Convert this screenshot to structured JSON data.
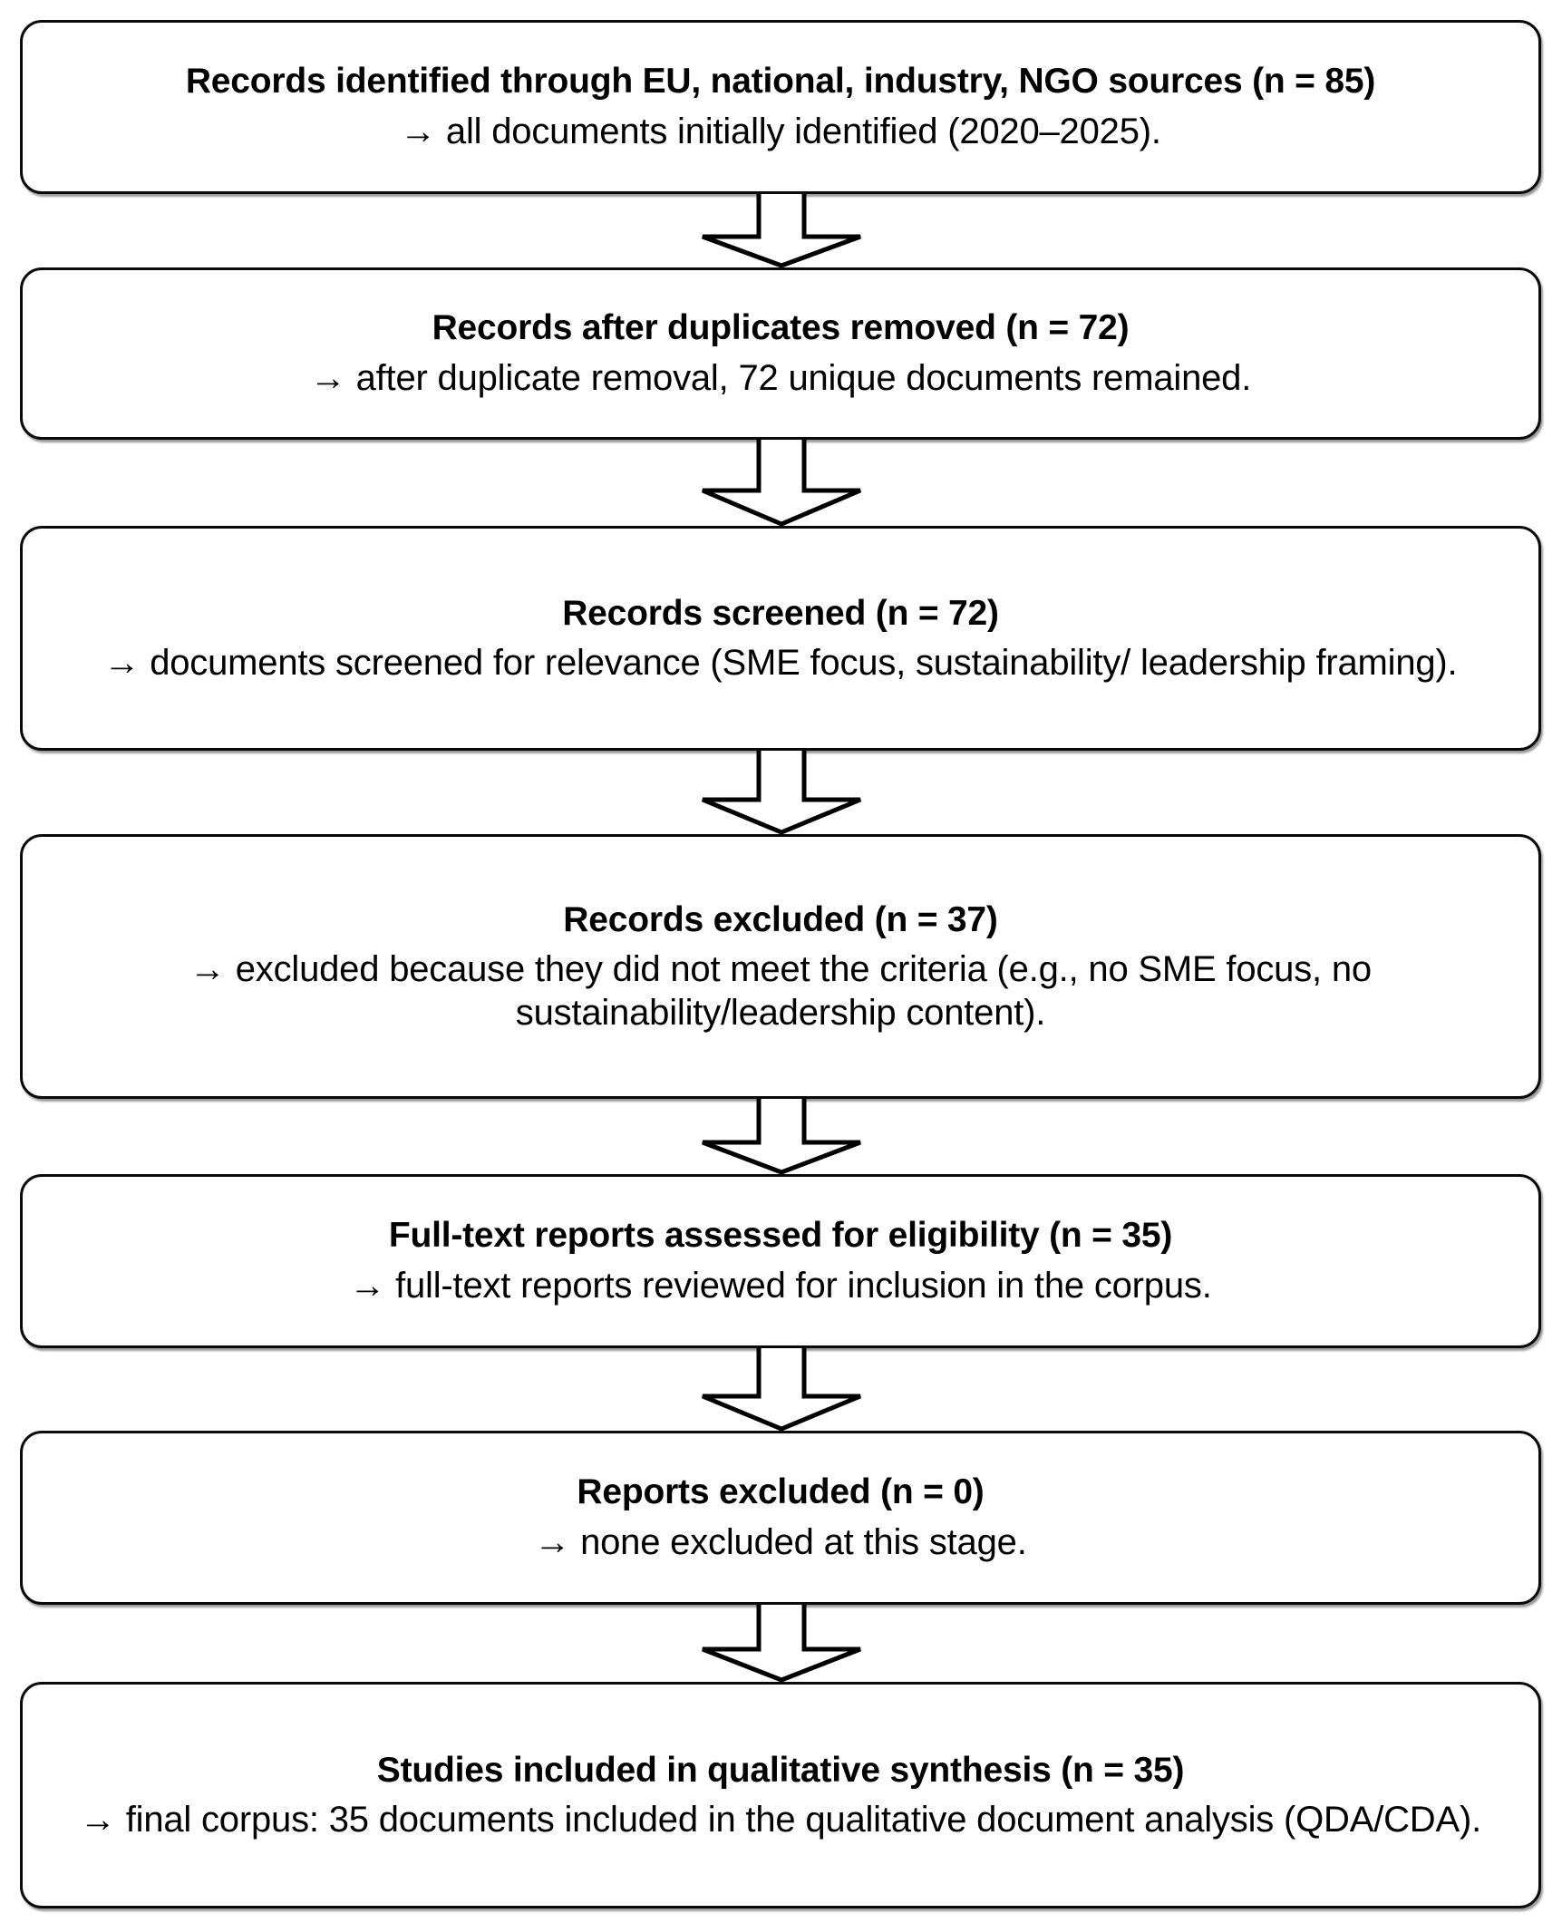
{
  "diagram": {
    "type": "prisma-flow-diagram",
    "title": "PRISMA document selection flow",
    "orientation": "vertical",
    "colors": {
      "border": "#0a0a0a",
      "background": "#ffffff",
      "text": "#000000",
      "arrow_stroke": "#000000"
    },
    "arrow_glyph": "→",
    "connector_icon": "down-block-arrow",
    "nodes": [
      {
        "id": "identification",
        "title": "Records identified through EU, national, industry, NGO sources (n = 85)",
        "detail": "→ all documents initially identified (2020–2025).",
        "n": 85
      },
      {
        "id": "duplicates-removed",
        "title": "Records after duplicates removed (n = 72)",
        "detail": "→ after duplicate removal, 72 unique documents remained.",
        "n": 72
      },
      {
        "id": "records-screened",
        "title": "Records screened (n = 72)",
        "detail": "→ documents screened for relevance (SME focus, sustainability/ leadership framing).",
        "n": 72
      },
      {
        "id": "records-excluded",
        "title": "Records excluded (n = 37)",
        "detail": "→ excluded because they did not meet the criteria (e.g., no SME focus, no sustainability/leadership content).",
        "n": 37
      },
      {
        "id": "fulltext-assessed",
        "title": "Full-text reports assessed for eligibility (n = 35)",
        "detail": "→ full-text reports reviewed for inclusion in the corpus.",
        "n": 35
      },
      {
        "id": "reports-excluded",
        "title": "Reports excluded (n = 0)",
        "detail": "→ none excluded at this stage.",
        "n": 0
      },
      {
        "id": "studies-included",
        "title": "Studies included in qualitative synthesis (n = 35)",
        "detail": "→ final corpus: 35 documents included in the qualitative document analysis (QDA/CDA).",
        "n": 35
      }
    ]
  }
}
